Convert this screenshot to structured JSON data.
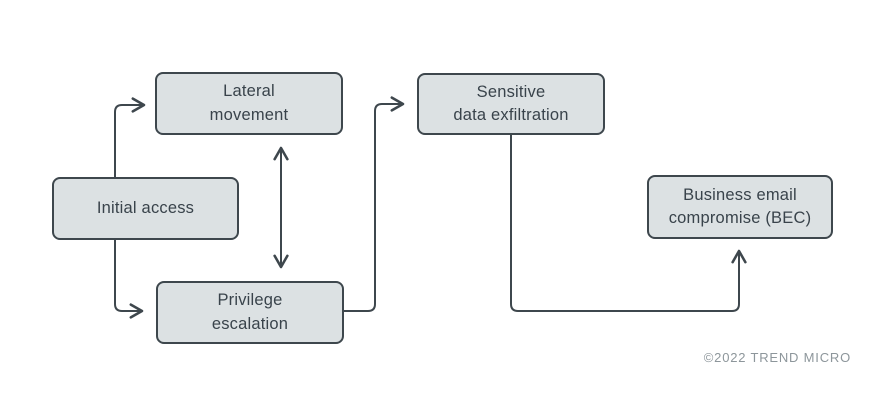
{
  "diagram": {
    "type": "flowchart",
    "nodes": {
      "initial_access": {
        "label": "Initial access"
      },
      "lateral_movement": {
        "label": "Lateral\nmovement"
      },
      "privilege_escalation": {
        "label": "Privilege\nescalation"
      },
      "data_exfiltration": {
        "label": "Sensitive\ndata exfiltration"
      },
      "bec": {
        "label": "Business email\ncompromise (BEC)"
      }
    },
    "edges": [
      {
        "from": "initial_access",
        "to": "lateral_movement",
        "style": "arrow"
      },
      {
        "from": "initial_access",
        "to": "privilege_escalation",
        "style": "arrow"
      },
      {
        "from": "lateral_movement",
        "to": "privilege_escalation",
        "style": "double-arrow"
      },
      {
        "from": "privilege_escalation",
        "to": "data_exfiltration",
        "style": "arrow"
      },
      {
        "from": "data_exfiltration",
        "to": "bec",
        "style": "arrow"
      }
    ],
    "colors": {
      "background": "#ffffff",
      "node_fill": "#dce1e3",
      "node_border": "#3e474d",
      "node_text": "#39434b",
      "connector": "#3e474d",
      "watermark": "#8d969b"
    }
  },
  "footer": {
    "copyright": "©2022 TREND MICRO"
  }
}
